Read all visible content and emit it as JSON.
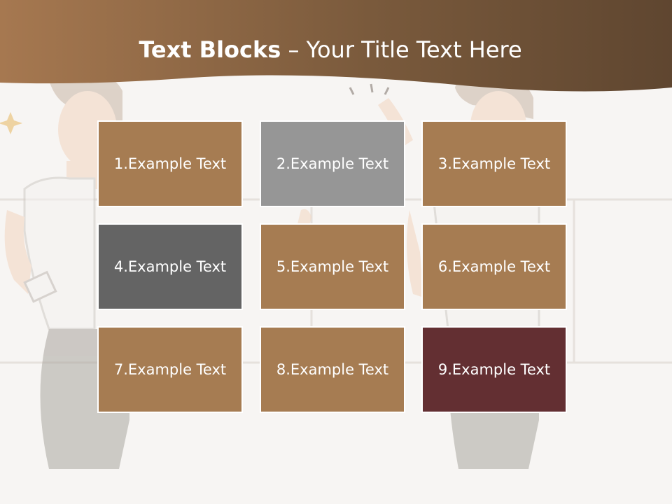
{
  "slide": {
    "title_bold": "Text Blocks",
    "title_dash": " – ",
    "title_rest": "Your Title Text Here"
  },
  "colors": {
    "banner_dark": "#5f4630",
    "banner_light": "#a67850",
    "tile_brown": "#a67c52",
    "tile_gray": "#969696",
    "tile_dark_gray": "#646464",
    "tile_maroon": "#632f32"
  },
  "blocks": [
    {
      "label": "1.Example Text",
      "color": "#a67c52"
    },
    {
      "label": "2.Example Text",
      "color": "#969696"
    },
    {
      "label": "3.Example Text",
      "color": "#a67c52"
    },
    {
      "label": "4.Example Text",
      "color": "#646464"
    },
    {
      "label": "5.Example Text",
      "color": "#a67c52"
    },
    {
      "label": "6.Example Text",
      "color": "#a67c52"
    },
    {
      "label": "7.Example Text",
      "color": "#a67c52"
    },
    {
      "label": "8.Example Text",
      "color": "#a67c52"
    },
    {
      "label": "9.Example Text",
      "color": "#632f32"
    }
  ]
}
